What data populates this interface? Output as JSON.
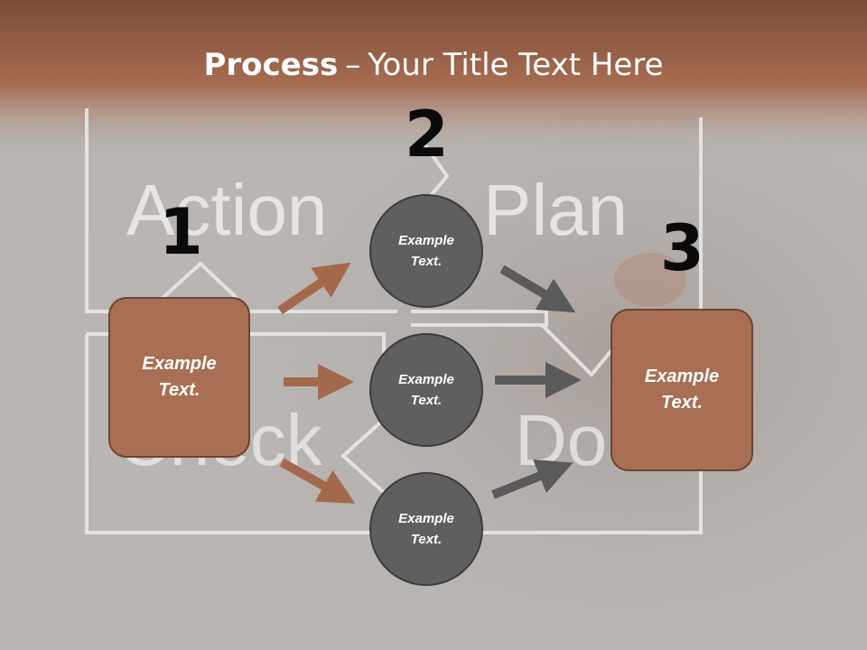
{
  "title": {
    "bold": "Process",
    "dash": "–",
    "rest": "Your Title Text Here"
  },
  "background_words": [
    "Action",
    "Plan",
    "Check",
    "Do"
  ],
  "numbers": [
    "1",
    "2",
    "3"
  ],
  "left_box": {
    "label": "Example\nText."
  },
  "right_box": {
    "label": "Example\nText."
  },
  "circles": [
    {
      "label": "Example\nText."
    },
    {
      "label": "Example\nText."
    },
    {
      "label": "Example\nText."
    }
  ],
  "colors": {
    "accent": "#a86f54",
    "circle": "#5f5f5f",
    "arrow_brown": "#a4694d",
    "arrow_gray": "#5a5a5a",
    "header": "#8c5a43"
  }
}
